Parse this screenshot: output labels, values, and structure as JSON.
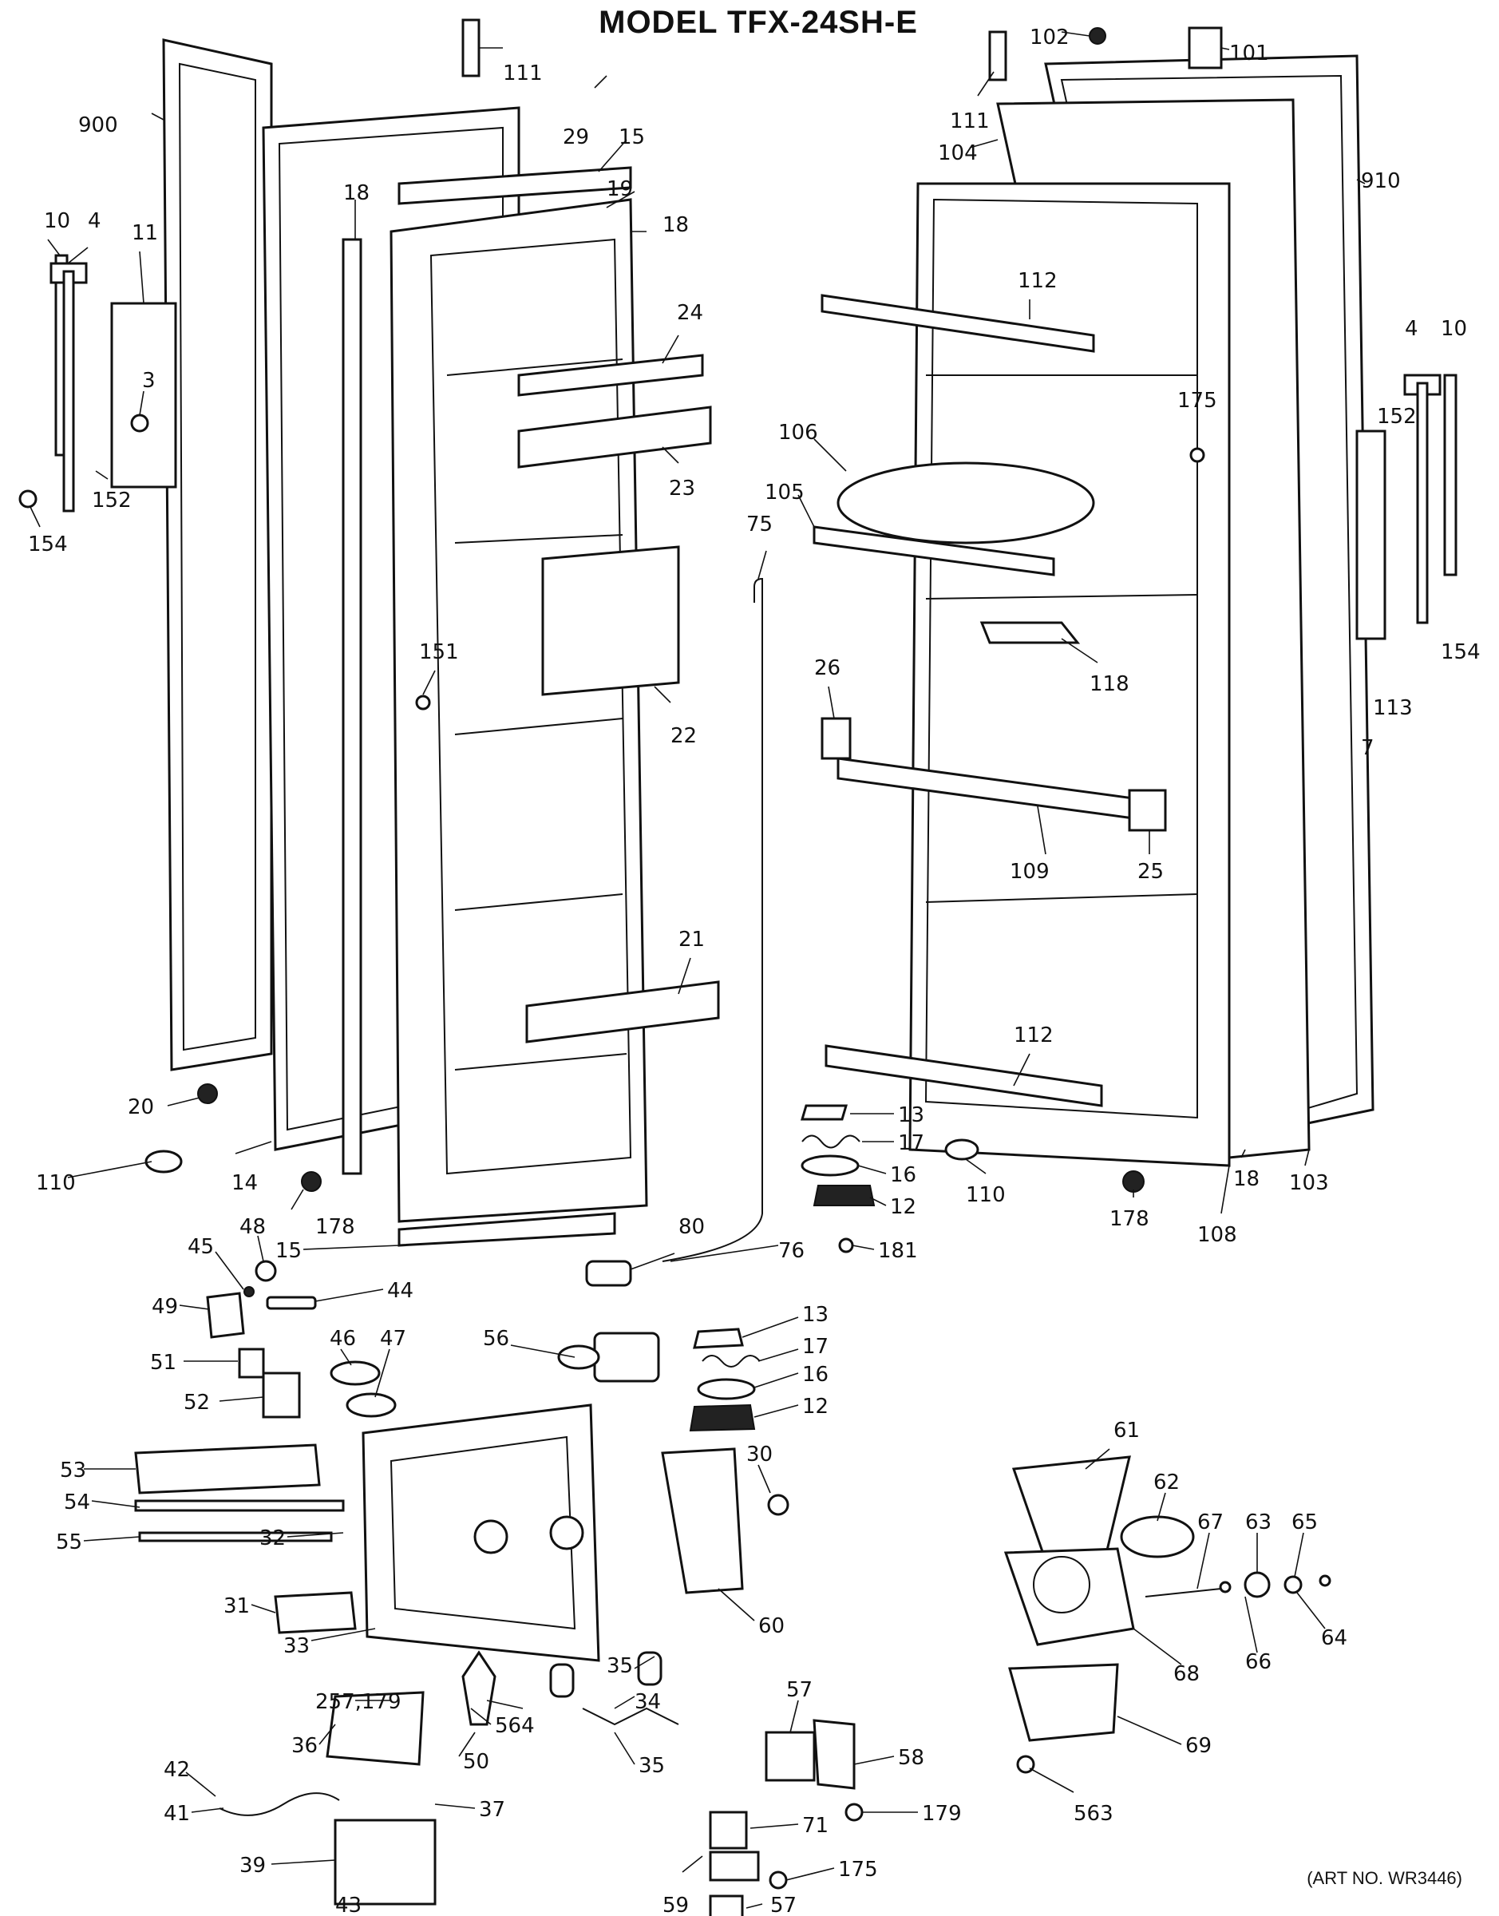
{
  "title": "MODEL TFX-24SH-E",
  "art_number": "(ART NO. WR3446)",
  "callouts": [
    {
      "id": "c900",
      "text": "900"
    },
    {
      "id": "c111a",
      "text": "111"
    },
    {
      "id": "c29",
      "text": "29"
    },
    {
      "id": "c15a",
      "text": "15"
    },
    {
      "id": "c19",
      "text": "19"
    },
    {
      "id": "c18a",
      "text": "18"
    },
    {
      "id": "c18b",
      "text": "18"
    },
    {
      "id": "c10a",
      "text": "10"
    },
    {
      "id": "c4a",
      "text": "4"
    },
    {
      "id": "c11",
      "text": "11"
    },
    {
      "id": "c3",
      "text": "3"
    },
    {
      "id": "c152a",
      "text": "152"
    },
    {
      "id": "c154a",
      "text": "154"
    },
    {
      "id": "c24",
      "text": "24"
    },
    {
      "id": "c23",
      "text": "23"
    },
    {
      "id": "c151",
      "text": "151"
    },
    {
      "id": "c22",
      "text": "22"
    },
    {
      "id": "c21",
      "text": "21"
    },
    {
      "id": "c20",
      "text": "20"
    },
    {
      "id": "c110a",
      "text": "110"
    },
    {
      "id": "c14",
      "text": "14"
    },
    {
      "id": "c178a",
      "text": "178"
    },
    {
      "id": "c15b",
      "text": "15"
    },
    {
      "id": "c102",
      "text": "102"
    },
    {
      "id": "c101",
      "text": "101"
    },
    {
      "id": "c111b",
      "text": "111"
    },
    {
      "id": "c104",
      "text": "104"
    },
    {
      "id": "c910",
      "text": "910"
    },
    {
      "id": "c112a",
      "text": "112"
    },
    {
      "id": "c4b",
      "text": "4"
    },
    {
      "id": "c10b",
      "text": "10"
    },
    {
      "id": "c175a",
      "text": "175"
    },
    {
      "id": "c152b",
      "text": "152"
    },
    {
      "id": "c106",
      "text": "106"
    },
    {
      "id": "c105",
      "text": "105"
    },
    {
      "id": "c75",
      "text": "75"
    },
    {
      "id": "c154b",
      "text": "154"
    },
    {
      "id": "c118",
      "text": "118"
    },
    {
      "id": "c113",
      "text": "113"
    },
    {
      "id": "c7",
      "text": "7"
    },
    {
      "id": "c26",
      "text": "26"
    },
    {
      "id": "c109",
      "text": "109"
    },
    {
      "id": "c25",
      "text": "25"
    },
    {
      "id": "c112b",
      "text": "112"
    },
    {
      "id": "c13a",
      "text": "13"
    },
    {
      "id": "c17a",
      "text": "17"
    },
    {
      "id": "c16a",
      "text": "16"
    },
    {
      "id": "c12a",
      "text": "12"
    },
    {
      "id": "c110b",
      "text": "110"
    },
    {
      "id": "c178b",
      "text": "178"
    },
    {
      "id": "c108",
      "text": "108"
    },
    {
      "id": "c18c",
      "text": "18"
    },
    {
      "id": "c103",
      "text": "103"
    },
    {
      "id": "c181",
      "text": "181"
    },
    {
      "id": "c80",
      "text": "80"
    },
    {
      "id": "c76",
      "text": "76"
    },
    {
      "id": "c48",
      "text": "48"
    },
    {
      "id": "c45",
      "text": "45"
    },
    {
      "id": "c44",
      "text": "44"
    },
    {
      "id": "c49",
      "text": "49"
    },
    {
      "id": "c46",
      "text": "46"
    },
    {
      "id": "c47",
      "text": "47"
    },
    {
      "id": "c51",
      "text": "51"
    },
    {
      "id": "c52",
      "text": "52"
    },
    {
      "id": "c56",
      "text": "56"
    },
    {
      "id": "c13b",
      "text": "13"
    },
    {
      "id": "c17b",
      "text": "17"
    },
    {
      "id": "c16b",
      "text": "16"
    },
    {
      "id": "c12b",
      "text": "12"
    },
    {
      "id": "c53",
      "text": "53"
    },
    {
      "id": "c54",
      "text": "54"
    },
    {
      "id": "c55",
      "text": "55"
    },
    {
      "id": "c32",
      "text": "32"
    },
    {
      "id": "c30",
      "text": "30"
    },
    {
      "id": "c61",
      "text": "61"
    },
    {
      "id": "c62",
      "text": "62"
    },
    {
      "id": "c67",
      "text": "67"
    },
    {
      "id": "c63",
      "text": "63"
    },
    {
      "id": "c65",
      "text": "65"
    },
    {
      "id": "c31",
      "text": "31"
    },
    {
      "id": "c33",
      "text": "33"
    },
    {
      "id": "c60",
      "text": "60"
    },
    {
      "id": "c66",
      "text": "66"
    },
    {
      "id": "c64",
      "text": "64"
    },
    {
      "id": "c68",
      "text": "68"
    },
    {
      "id": "c257",
      "text": "257,179"
    },
    {
      "id": "c35a",
      "text": "35"
    },
    {
      "id": "c34",
      "text": "34"
    },
    {
      "id": "c564",
      "text": "564"
    },
    {
      "id": "c36",
      "text": "36"
    },
    {
      "id": "c50",
      "text": "50"
    },
    {
      "id": "c35b",
      "text": "35"
    },
    {
      "id": "c57a",
      "text": "57"
    },
    {
      "id": "c58",
      "text": "58"
    },
    {
      "id": "c69",
      "text": "69"
    },
    {
      "id": "c42",
      "text": "42"
    },
    {
      "id": "c41",
      "text": "41"
    },
    {
      "id": "c37",
      "text": "37"
    },
    {
      "id": "c71",
      "text": "71"
    },
    {
      "id": "c179",
      "text": "179"
    },
    {
      "id": "c563",
      "text": "563"
    },
    {
      "id": "c175b",
      "text": "175"
    },
    {
      "id": "c39",
      "text": "39"
    },
    {
      "id": "c43",
      "text": "43"
    },
    {
      "id": "c59",
      "text": "59"
    },
    {
      "id": "c57b",
      "text": "57"
    }
  ]
}
